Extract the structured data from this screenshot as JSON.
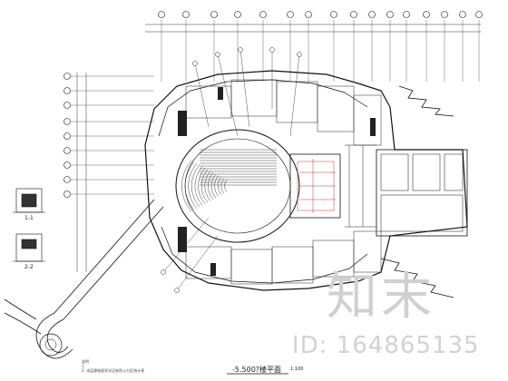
{
  "drawing": {
    "plan_title": "-5.500?楼平面",
    "scale_label": "1:100",
    "section_1_label": "1-1",
    "section_2_label": "2-2",
    "notes": [
      "说明",
      "1.",
      "2. 本层建筑面积详见各防火分区统计表"
    ]
  },
  "watermark": {
    "logo_text": "知末",
    "id_text": "ID: 164865135"
  },
  "colors": {
    "line": "#1a1a1a",
    "accent_red": "#c83232",
    "watermark": "#cfcfcf"
  }
}
